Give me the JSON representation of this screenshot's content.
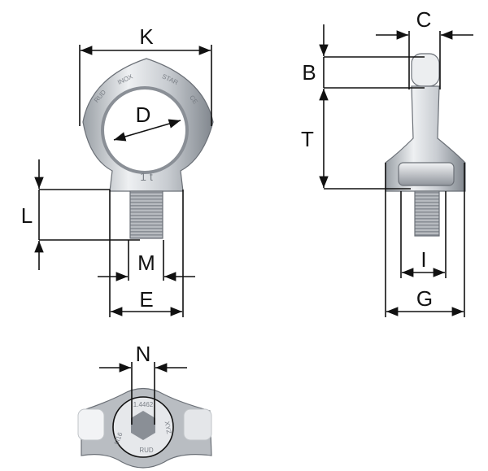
{
  "title": "Eye bolt dimension drawing",
  "dimensions": {
    "K": "K",
    "D": "D",
    "L": "L",
    "M": "M",
    "E": "E",
    "B": "B",
    "C": "C",
    "T": "T",
    "I": "I",
    "G": "G",
    "N": "N"
  },
  "engravings": {
    "front": [
      "RUD",
      "INOX",
      "STAR",
      "CE",
      "1 t"
    ],
    "bottom": [
      "1.4462",
      "XYZ",
      "RUD",
      "M16"
    ]
  },
  "colors": {
    "line": "#111111",
    "metal_light": "#e8eaed",
    "metal_dark": "#8a8f96"
  }
}
